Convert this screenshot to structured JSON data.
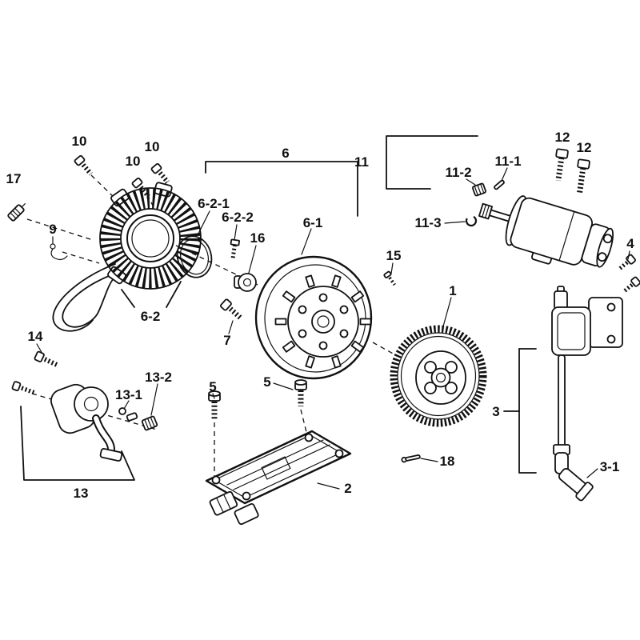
{
  "meta": {
    "background_color": "#ffffff",
    "line_color": "#111111",
    "label_color": "#111111",
    "description": "Exploded parts diagram: magneto stator, flywheel rotor, ring gear, starter motor, ignition coil, CDI base plate, pickup coil"
  },
  "parts": {
    "p1": "1",
    "p2": "2",
    "p3": "3",
    "p3_1": "3-1",
    "p4": "4",
    "p5a": "5",
    "p5b": "5",
    "p6": "6",
    "p6_1": "6-1",
    "p6_2": "6-2",
    "p6_2_1": "6-2-1",
    "p6_2_2": "6-2-2",
    "p7": "7",
    "p9": "9",
    "p10a": "10",
    "p10b": "10",
    "p10c": "10",
    "p11": "11",
    "p11_1": "11-1",
    "p11_2": "11-2",
    "p11_3": "11-3",
    "p12a": "12",
    "p12b": "12",
    "p13": "13",
    "p13_1": "13-1",
    "p13_2": "13-2",
    "p14": "14",
    "p15": "15",
    "p16": "16",
    "p17": "17",
    "p18": "18"
  }
}
